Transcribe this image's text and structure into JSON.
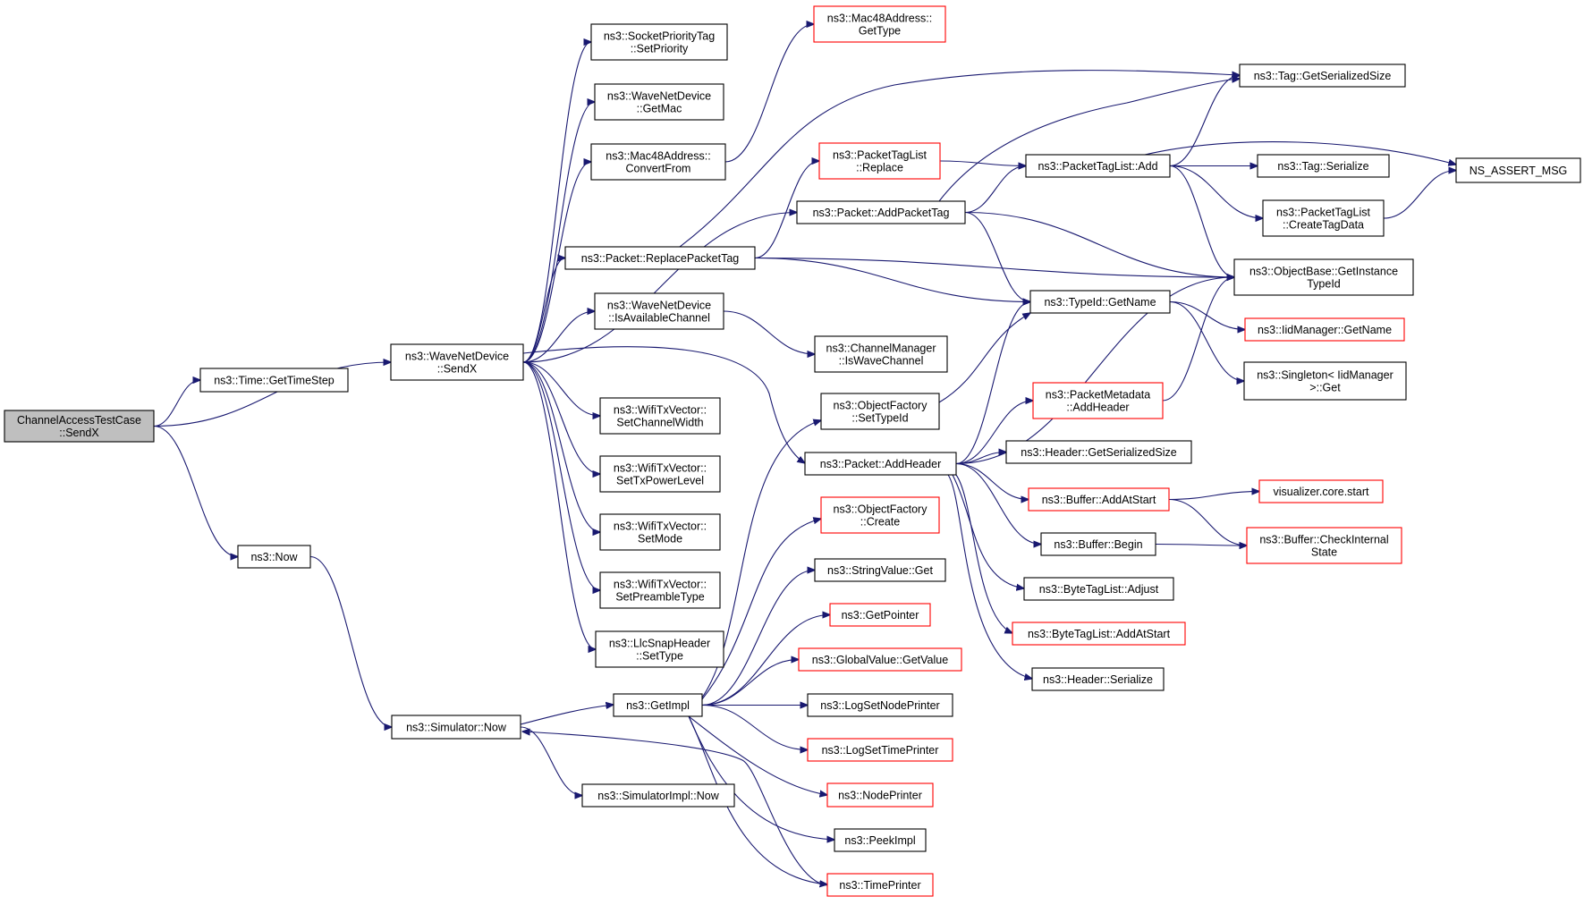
{
  "graph": {
    "nodes": [
      {
        "id": "root",
        "lines": [
          "ChannelAccessTestCase",
          "::SendX"
        ],
        "border": "root"
      },
      {
        "id": "getTimeStep",
        "lines": [
          "ns3::Time::GetTimeStep"
        ],
        "border": "black"
      },
      {
        "id": "waveSendX",
        "lines": [
          "ns3::WaveNetDevice",
          "::SendX"
        ],
        "border": "black"
      },
      {
        "id": "now",
        "lines": [
          "ns3::Now"
        ],
        "border": "black"
      },
      {
        "id": "setPriority",
        "lines": [
          "ns3::SocketPriorityTag",
          "::SetPriority"
        ],
        "border": "black"
      },
      {
        "id": "getMac",
        "lines": [
          "ns3::WaveNetDevice",
          "::GetMac"
        ],
        "border": "black"
      },
      {
        "id": "convertFrom",
        "lines": [
          "ns3::Mac48Address::",
          "ConvertFrom"
        ],
        "border": "black"
      },
      {
        "id": "macGetType",
        "lines": [
          "ns3::Mac48Address::",
          "GetType"
        ],
        "border": "red"
      },
      {
        "id": "replacePacketTag",
        "lines": [
          "ns3::Packet::ReplacePacketTag"
        ],
        "border": "black"
      },
      {
        "id": "isAvailableChannel",
        "lines": [
          "ns3::WaveNetDevice",
          "::IsAvailableChannel"
        ],
        "border": "black"
      },
      {
        "id": "setChannelWidth",
        "lines": [
          "ns3::WifiTxVector::",
          "SetChannelWidth"
        ],
        "border": "black"
      },
      {
        "id": "setTxPowerLevel",
        "lines": [
          "ns3::WifiTxVector::",
          "SetTxPowerLevel"
        ],
        "border": "black"
      },
      {
        "id": "setMode",
        "lines": [
          "ns3::WifiTxVector::",
          "SetMode"
        ],
        "border": "black"
      },
      {
        "id": "setPreambleType",
        "lines": [
          "ns3::WifiTxVector::",
          "SetPreambleType"
        ],
        "border": "black"
      },
      {
        "id": "llcSetType",
        "lines": [
          "ns3::LlcSnapHeader",
          "::SetType"
        ],
        "border": "black"
      },
      {
        "id": "simulatorNow",
        "lines": [
          "ns3::Simulator::Now"
        ],
        "border": "black"
      },
      {
        "id": "getImpl",
        "lines": [
          "ns3::GetImpl"
        ],
        "border": "black"
      },
      {
        "id": "simImplNow",
        "lines": [
          "ns3::SimulatorImpl::Now"
        ],
        "border": "black"
      },
      {
        "id": "ptlReplace",
        "lines": [
          "ns3::PacketTagList",
          "::Replace"
        ],
        "border": "red"
      },
      {
        "id": "addPacketTag",
        "lines": [
          "ns3::Packet::AddPacketTag"
        ],
        "border": "black"
      },
      {
        "id": "isWaveChannel",
        "lines": [
          "ns3::ChannelManager",
          "::IsWaveChannel"
        ],
        "border": "black"
      },
      {
        "id": "ofSetTypeId",
        "lines": [
          "ns3::ObjectFactory",
          "::SetTypeId"
        ],
        "border": "black"
      },
      {
        "id": "addHeader",
        "lines": [
          "ns3::Packet::AddHeader"
        ],
        "border": "black"
      },
      {
        "id": "ofCreate",
        "lines": [
          "ns3::ObjectFactory",
          "::Create"
        ],
        "border": "red"
      },
      {
        "id": "stringValueGet",
        "lines": [
          "ns3::StringValue::Get"
        ],
        "border": "black"
      },
      {
        "id": "getPointer",
        "lines": [
          "ns3::GetPointer"
        ],
        "border": "red"
      },
      {
        "id": "globalValueGetValue",
        "lines": [
          "ns3::GlobalValue::GetValue"
        ],
        "border": "red"
      },
      {
        "id": "logSetNodePrinter",
        "lines": [
          "ns3::LogSetNodePrinter"
        ],
        "border": "black"
      },
      {
        "id": "logSetTimePrinter",
        "lines": [
          "ns3::LogSetTimePrinter"
        ],
        "border": "red"
      },
      {
        "id": "nodePrinter",
        "lines": [
          "ns3::NodePrinter"
        ],
        "border": "red"
      },
      {
        "id": "peekImpl",
        "lines": [
          "ns3::PeekImpl"
        ],
        "border": "black"
      },
      {
        "id": "timePrinter",
        "lines": [
          "ns3::TimePrinter"
        ],
        "border": "red"
      },
      {
        "id": "tagGetSerializedSize",
        "lines": [
          "ns3::Tag::GetSerializedSize"
        ],
        "border": "black"
      },
      {
        "id": "ptlAdd",
        "lines": [
          "ns3::PacketTagList::Add"
        ],
        "border": "black"
      },
      {
        "id": "tagSerialize",
        "lines": [
          "ns3::Tag::Serialize"
        ],
        "border": "black"
      },
      {
        "id": "nsAssertMsg",
        "lines": [
          "NS_ASSERT_MSG"
        ],
        "border": "black"
      },
      {
        "id": "createTagData",
        "lines": [
          "ns3::PacketTagList",
          "::CreateTagData"
        ],
        "border": "black"
      },
      {
        "id": "getInstanceTypeId",
        "lines": [
          "ns3::ObjectBase::GetInstance",
          "TypeId"
        ],
        "border": "black"
      },
      {
        "id": "typeIdGetName",
        "lines": [
          "ns3::TypeId::GetName"
        ],
        "border": "black"
      },
      {
        "id": "iidManagerGetName",
        "lines": [
          "ns3::IidManager::GetName"
        ],
        "border": "red"
      },
      {
        "id": "singletonGet",
        "lines": [
          "ns3::Singleton< IidManager",
          ">::Get"
        ],
        "border": "black"
      },
      {
        "id": "pmAddHeader",
        "lines": [
          "ns3::PacketMetadata",
          "::AddHeader"
        ],
        "border": "red"
      },
      {
        "id": "headerGetSerializedSize",
        "lines": [
          "ns3::Header::GetSerializedSize"
        ],
        "border": "black"
      },
      {
        "id": "bufferAddAtStart",
        "lines": [
          "ns3::Buffer::AddAtStart"
        ],
        "border": "red"
      },
      {
        "id": "visualizerStart",
        "lines": [
          "visualizer.core.start"
        ],
        "border": "red"
      },
      {
        "id": "bufferBegin",
        "lines": [
          "ns3::Buffer::Begin"
        ],
        "border": "black"
      },
      {
        "id": "checkInternalState",
        "lines": [
          "ns3::Buffer::CheckInternal",
          "State"
        ],
        "border": "red"
      },
      {
        "id": "btlAdjust",
        "lines": [
          "ns3::ByteTagList::Adjust"
        ],
        "border": "black"
      },
      {
        "id": "btlAddAtStart",
        "lines": [
          "ns3::ByteTagList::AddAtStart"
        ],
        "border": "red"
      },
      {
        "id": "headerSerialize",
        "lines": [
          "ns3::Header::Serialize"
        ],
        "border": "black"
      }
    ],
    "edges": [
      [
        "root",
        "getTimeStep"
      ],
      [
        "root",
        "waveSendX"
      ],
      [
        "root",
        "now"
      ],
      [
        "waveSendX",
        "setPriority"
      ],
      [
        "waveSendX",
        "getMac"
      ],
      [
        "waveSendX",
        "convertFrom"
      ],
      [
        "waveSendX",
        "addPacketTag"
      ],
      [
        "waveSendX",
        "replacePacketTag"
      ],
      [
        "waveSendX",
        "isAvailableChannel"
      ],
      [
        "waveSendX",
        "setChannelWidth"
      ],
      [
        "waveSendX",
        "setTxPowerLevel"
      ],
      [
        "waveSendX",
        "setMode"
      ],
      [
        "waveSendX",
        "setPreambleType"
      ],
      [
        "waveSendX",
        "llcSetType"
      ],
      [
        "waveSendX",
        "addHeader"
      ],
      [
        "convertFrom",
        "macGetType"
      ],
      [
        "replacePacketTag",
        "tagGetSerializedSize"
      ],
      [
        "replacePacketTag",
        "ptlReplace"
      ],
      [
        "replacePacketTag",
        "getInstanceTypeId"
      ],
      [
        "replacePacketTag",
        "typeIdGetName"
      ],
      [
        "ptlReplace",
        "ptlAdd"
      ],
      [
        "addPacketTag",
        "tagGetSerializedSize"
      ],
      [
        "addPacketTag",
        "ptlAdd"
      ],
      [
        "addPacketTag",
        "getInstanceTypeId"
      ],
      [
        "addPacketTag",
        "typeIdGetName"
      ],
      [
        "ptlAdd",
        "tagGetSerializedSize"
      ],
      [
        "ptlAdd",
        "tagSerialize"
      ],
      [
        "ptlAdd",
        "nsAssertMsg"
      ],
      [
        "ptlAdd",
        "createTagData"
      ],
      [
        "ptlAdd",
        "getInstanceTypeId"
      ],
      [
        "createTagData",
        "nsAssertMsg"
      ],
      [
        "typeIdGetName",
        "iidManagerGetName"
      ],
      [
        "typeIdGetName",
        "singletonGet"
      ],
      [
        "isAvailableChannel",
        "isWaveChannel"
      ],
      [
        "now",
        "simulatorNow"
      ],
      [
        "simulatorNow",
        "getImpl"
      ],
      [
        "simulatorNow",
        "simImplNow"
      ],
      [
        "getImpl",
        "ofSetTypeId"
      ],
      [
        "getImpl",
        "ofCreate"
      ],
      [
        "getImpl",
        "stringValueGet"
      ],
      [
        "getImpl",
        "getPointer"
      ],
      [
        "getImpl",
        "globalValueGetValue"
      ],
      [
        "getImpl",
        "logSetNodePrinter"
      ],
      [
        "getImpl",
        "logSetTimePrinter"
      ],
      [
        "getImpl",
        "nodePrinter"
      ],
      [
        "getImpl",
        "peekImpl"
      ],
      [
        "getImpl",
        "timePrinter"
      ],
      [
        "timePrinter",
        "simulatorNow"
      ],
      [
        "ofSetTypeId",
        "typeIdGetName"
      ],
      [
        "addHeader",
        "typeIdGetName"
      ],
      [
        "addHeader",
        "getInstanceTypeId"
      ],
      [
        "addHeader",
        "pmAddHeader"
      ],
      [
        "addHeader",
        "headerGetSerializedSize"
      ],
      [
        "addHeader",
        "bufferAddAtStart"
      ],
      [
        "addHeader",
        "bufferBegin"
      ],
      [
        "addHeader",
        "btlAdjust"
      ],
      [
        "addHeader",
        "btlAddAtStart"
      ],
      [
        "addHeader",
        "headerSerialize"
      ],
      [
        "pmAddHeader",
        "getInstanceTypeId"
      ],
      [
        "bufferAddAtStart",
        "visualizerStart"
      ],
      [
        "bufferAddAtStart",
        "checkInternalState"
      ],
      [
        "bufferBegin",
        "checkInternalState"
      ]
    ]
  },
  "colors": {
    "edge": "#191970",
    "node_border": "#000000",
    "node_border_incomplete": "#ff0000",
    "root_fill": "#bfbfbf",
    "node_fill": "#ffffff"
  }
}
